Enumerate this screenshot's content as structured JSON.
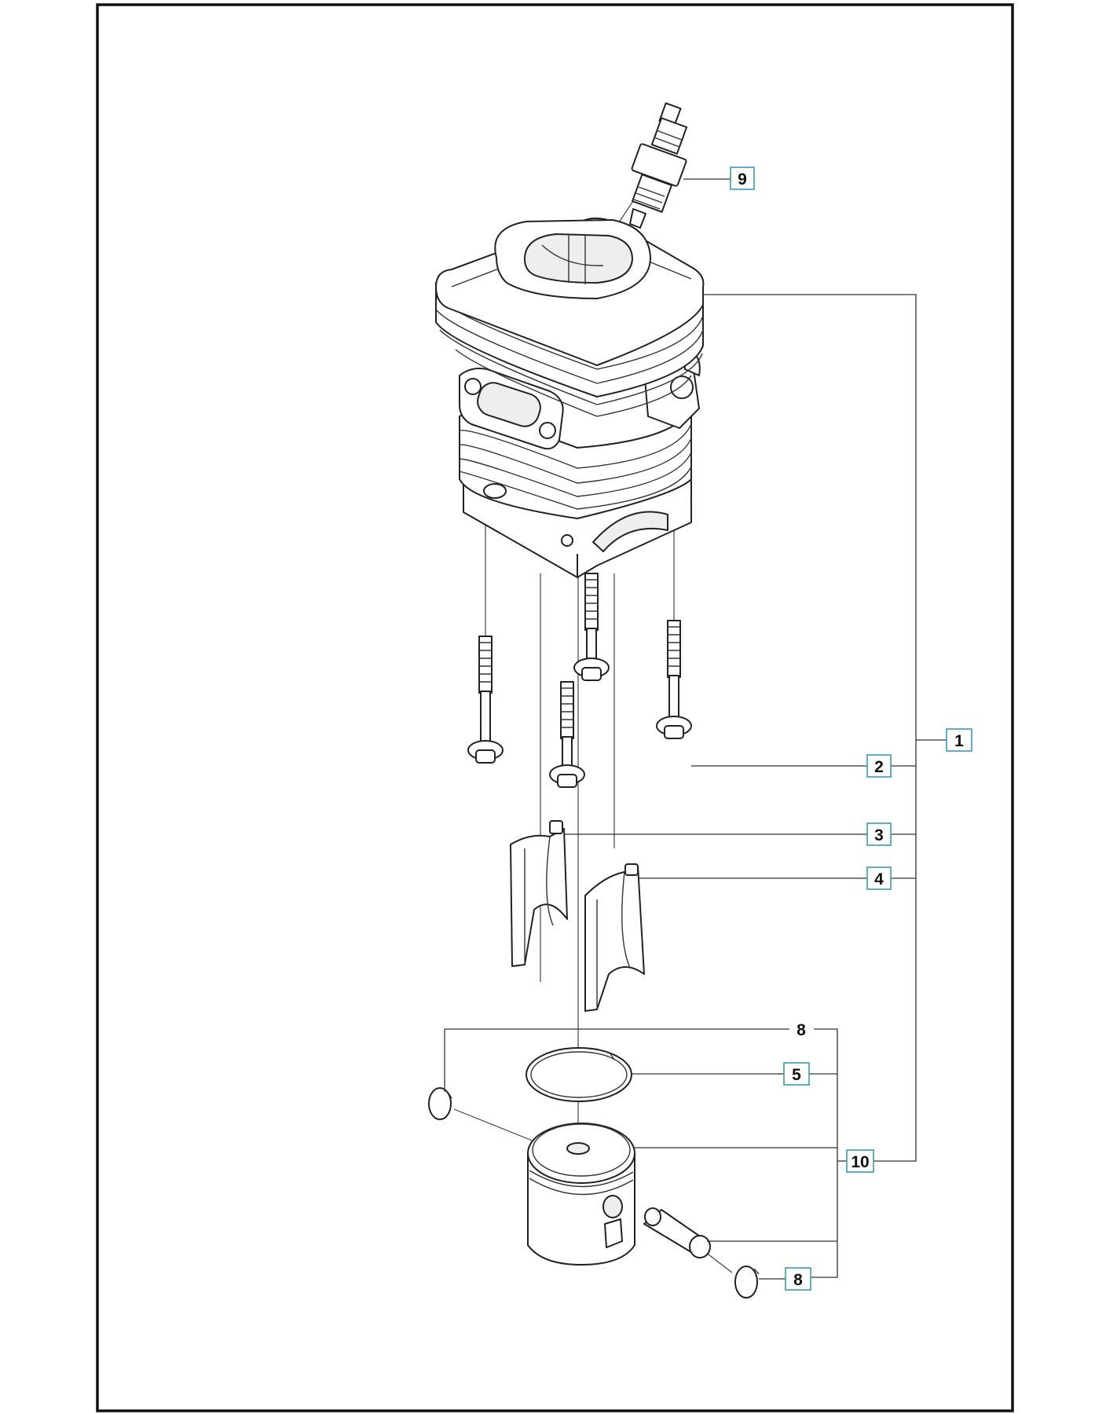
{
  "callouts": {
    "c1": "1",
    "c2": "2",
    "c3": "3",
    "c4": "4",
    "c5": "5",
    "c8a": "8",
    "c8b": "8",
    "c9": "9",
    "c10": "10"
  },
  "colors": {
    "frame": "#111111",
    "callout_box_border": "#3a9bb3",
    "line": "#333333"
  },
  "parts": [
    "cylinder-icon",
    "spark-plug-icon",
    "screw-icon",
    "transfer-port-cover-icon",
    "piston-ring-icon",
    "piston-icon",
    "piston-pin-icon",
    "circlip-icon"
  ]
}
